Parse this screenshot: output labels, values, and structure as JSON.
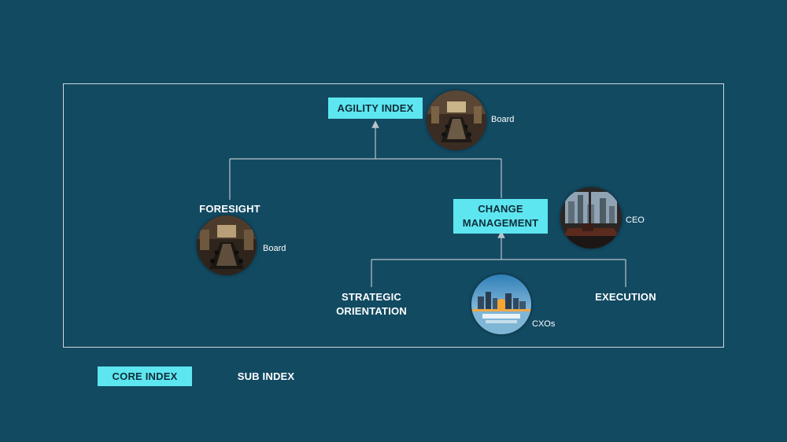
{
  "colors": {
    "background": "#124a62",
    "core_fill": "#5ee6f0",
    "core_text": "#0f2d3a",
    "line": "#b8c4c9"
  },
  "nodes": {
    "agility_index": {
      "label": "AGILITY INDEX",
      "role": "Board",
      "kind": "core"
    },
    "foresight": {
      "label": "FORESIGHT",
      "role": "Board",
      "kind": "sub"
    },
    "change_management": {
      "line1": "CHANGE",
      "line2": "MANAGEMENT",
      "role": "CEO",
      "kind": "core"
    },
    "strategic_orientation": {
      "line1": "STRATEGIC",
      "line2": "ORIENTATION",
      "kind": "sub"
    },
    "execution": {
      "label": "EXECUTION",
      "kind": "sub"
    },
    "cxos": {
      "role": "CXOs"
    }
  },
  "legend": {
    "core_label": "CORE INDEX",
    "sub_label": "SUB INDEX"
  },
  "icons": {
    "boardroom": "boardroom-photo-icon",
    "office": "ceo-office-photo-icon",
    "city": "city-skyline-photo-icon"
  }
}
